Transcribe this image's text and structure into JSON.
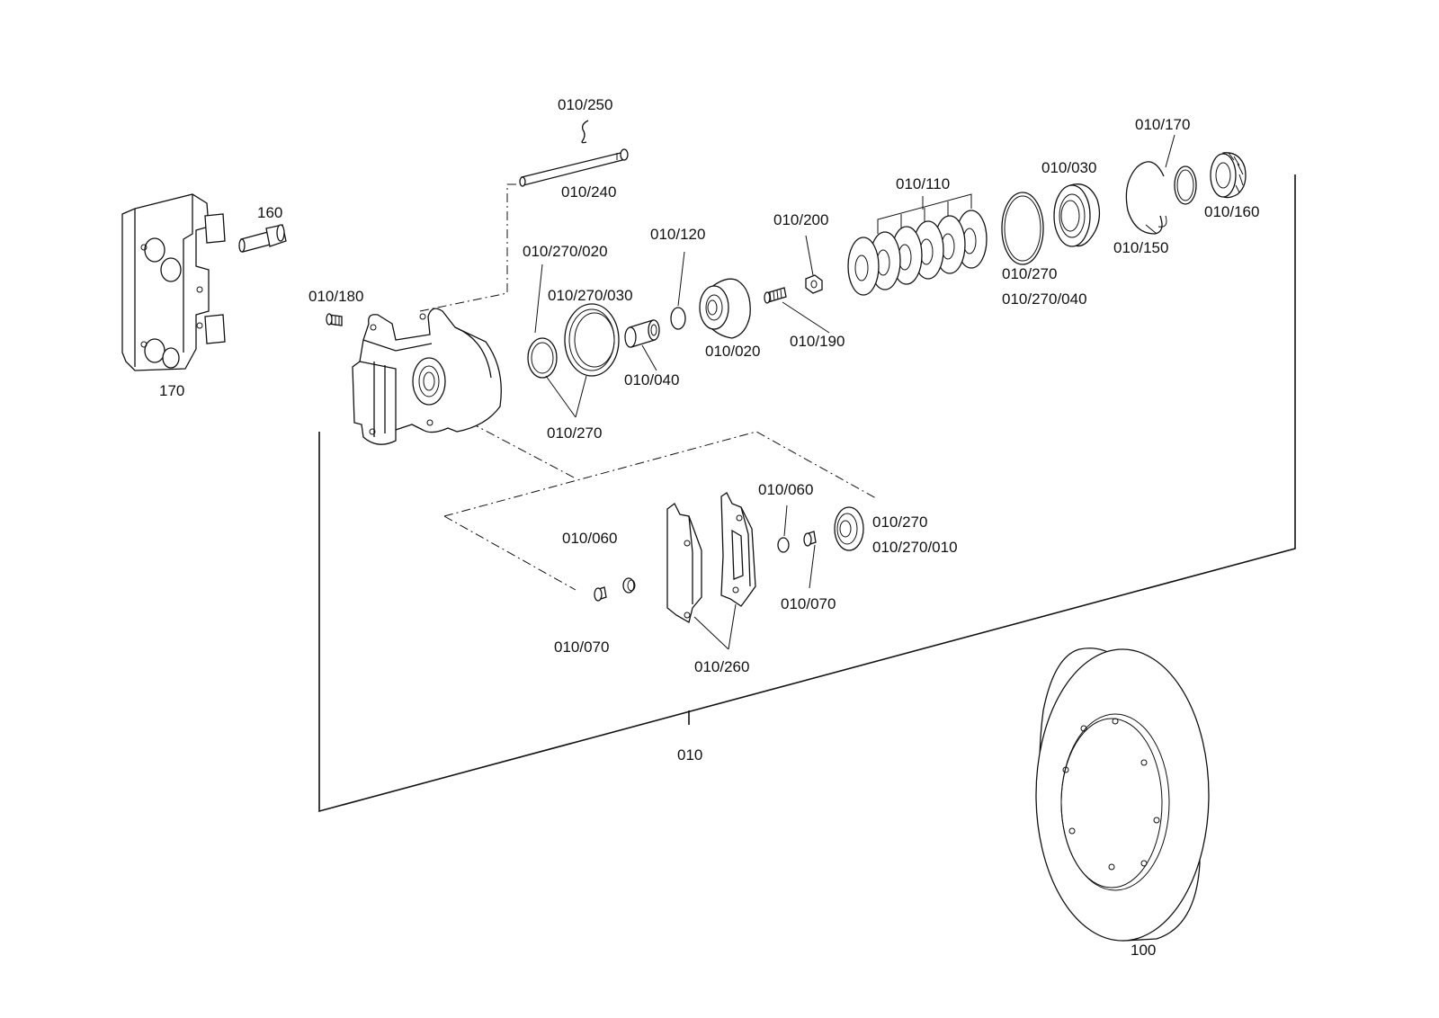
{
  "labels": {
    "l_010_250": "010/250",
    "l_010_240": "010/240",
    "l_160": "160",
    "l_170": "170",
    "l_010_180": "010/180",
    "l_010_270_020": "010/270/020",
    "l_010_270_030": "010/270/030",
    "l_010_120": "010/120",
    "l_010_200": "010/200",
    "l_010_110": "010/110",
    "l_010_030": "010/030",
    "l_010_170": "010/170",
    "l_010_160": "010/160",
    "l_010_150": "010/150",
    "l_010_270_a": "010/270",
    "l_010_270_040": "010/270/040",
    "l_010_190": "010/190",
    "l_010_020": "010/020",
    "l_010_040": "010/040",
    "l_010_270_b": "010/270",
    "l_010_060_a": "010/060",
    "l_010_060_b": "010/060",
    "l_010_270_c": "010/270",
    "l_010_270_010": "010/270/010",
    "l_010_070_a": "010/070",
    "l_010_070_b": "010/070",
    "l_010_260": "010/260",
    "l_010": "010",
    "l_100": "100"
  }
}
